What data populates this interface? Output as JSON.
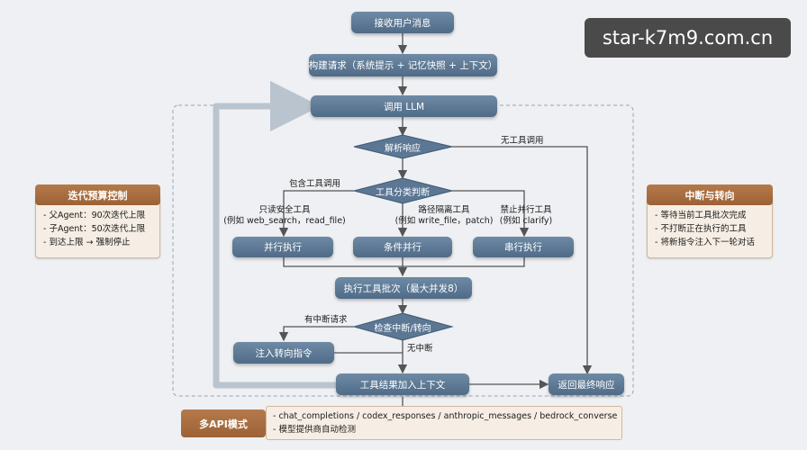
{
  "watermark": "star-k7m9.com.cn",
  "nodes": {
    "receive": "接收用户消息",
    "build": "构建请求（系统提示 + 记忆快照 + 上下文）",
    "call_llm": "调用 LLM",
    "parse": "解析响应",
    "classify": "工具分类判断",
    "parallel": "并行执行",
    "conditional": "条件并行",
    "serial": "串行执行",
    "batch": "执行工具批次（最大并发8）",
    "check_interrupt": "检查中断/转向",
    "inject": "注入转向指令",
    "add_results": "工具结果加入上下文",
    "final": "返回最终响应"
  },
  "labels": {
    "no_tool": "无工具调用",
    "has_tool": "包含工具调用",
    "safe_tool": "只读安全工具",
    "safe_tool_eg": "(例如 web_search，read_file)",
    "path_tool": "路径隔离工具",
    "path_tool_eg": "(例如 write_file，patch)",
    "forbid_tool": "禁止并行工具",
    "forbid_tool_eg": "(例如 clarify)",
    "has_interrupt": "有中断请求",
    "no_interrupt": "无中断"
  },
  "left_panel": {
    "title": "迭代预算控制",
    "items": [
      "- 父Agent：90次迭代上限",
      "- 子Agent：50次迭代上限",
      "- 到达上限 → 强制停止"
    ]
  },
  "right_panel": {
    "title": "中断与转向",
    "items": [
      "- 等待当前工具批次完成",
      "- 不打断正在执行的工具",
      "- 将新指令注入下一轮对话"
    ]
  },
  "api_panel": {
    "title": "多API模式",
    "items": [
      "- chat_completions / codex_responses / anthropic_messages / bedrock_converse",
      "- 模型提供商自动检测"
    ]
  },
  "colors": {
    "node": "#5b7794",
    "accent_brown": "#a86a3d",
    "panel_bg": "#f6eee4",
    "arrow": "#555555"
  }
}
